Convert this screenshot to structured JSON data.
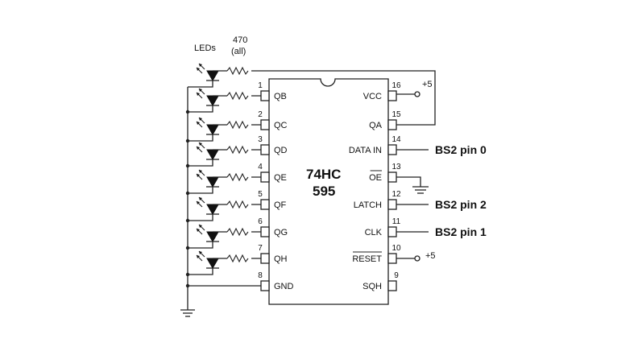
{
  "header": {
    "leds_label": "LEDs",
    "resistor_value": "470",
    "resistor_note": "(all)"
  },
  "chip": {
    "name_line1": "74HC",
    "name_line2": "595"
  },
  "left_pins": [
    {
      "num": "1",
      "label": "QB"
    },
    {
      "num": "2",
      "label": "QC"
    },
    {
      "num": "3",
      "label": "QD"
    },
    {
      "num": "4",
      "label": "QE"
    },
    {
      "num": "5",
      "label": "QF"
    },
    {
      "num": "6",
      "label": "QG"
    },
    {
      "num": "7",
      "label": "QH"
    },
    {
      "num": "8",
      "label": "GND"
    }
  ],
  "right_pins": [
    {
      "num": "16",
      "label": "VCC"
    },
    {
      "num": "15",
      "label": "QA"
    },
    {
      "num": "14",
      "label": "DATA IN"
    },
    {
      "num": "13",
      "label": "OE"
    },
    {
      "num": "12",
      "label": "LATCH"
    },
    {
      "num": "11",
      "label": "CLK"
    },
    {
      "num": "10",
      "label": "RESET"
    },
    {
      "num": "9",
      "label": "SQH"
    }
  ],
  "supply": {
    "vcc_label": "+5",
    "reset_label": "+5"
  },
  "connections": {
    "data_in": "BS2 pin 0",
    "latch": "BS2 pin 2",
    "clk": "BS2 pin 1"
  }
}
